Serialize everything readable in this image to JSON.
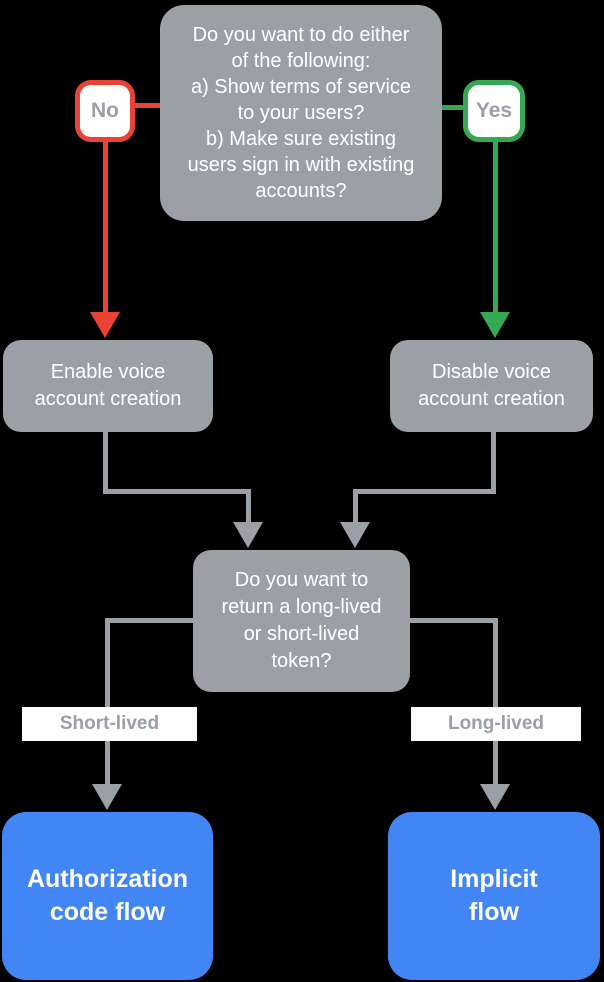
{
  "colors": {
    "background": "#000000",
    "node_gray": "#9AA0A6",
    "result_blue": "#4285F4",
    "no_red": "#EA4335",
    "yes_green": "#34A853",
    "node_text_white": "#FFFFFF",
    "label_text_gray": "#9AA0A6"
  },
  "nodes": {
    "question_terms": "Do you want to do either\nof the following:\na) Show terms of service\nto your users?\nb) Make sure existing\nusers sign in with existing\naccounts?",
    "enable_voice": "Enable voice\naccount creation",
    "disable_voice": "Disable voice\naccount creation",
    "question_token": "Do you want to\nreturn a long-lived\nor short-lived\ntoken?",
    "authorization_code_flow": "Authorization\ncode flow",
    "implicit_flow": "Implicit\nflow"
  },
  "edge_labels": {
    "no": "No",
    "yes": "Yes",
    "short_lived": "Short-lived",
    "long_lived": "Long-lived"
  },
  "edges": [
    {
      "from": "question_terms",
      "label": "No",
      "to": "enable_voice",
      "color": "#EA4335"
    },
    {
      "from": "question_terms",
      "label": "Yes",
      "to": "disable_voice",
      "color": "#34A853"
    },
    {
      "from": "enable_voice",
      "label": "",
      "to": "question_token",
      "color": "#9AA0A6"
    },
    {
      "from": "disable_voice",
      "label": "",
      "to": "question_token",
      "color": "#9AA0A6"
    },
    {
      "from": "question_token",
      "label": "Short-lived",
      "to": "authorization_code_flow",
      "color": "#9AA0A6"
    },
    {
      "from": "question_token",
      "label": "Long-lived",
      "to": "implicit_flow",
      "color": "#9AA0A6"
    }
  ]
}
